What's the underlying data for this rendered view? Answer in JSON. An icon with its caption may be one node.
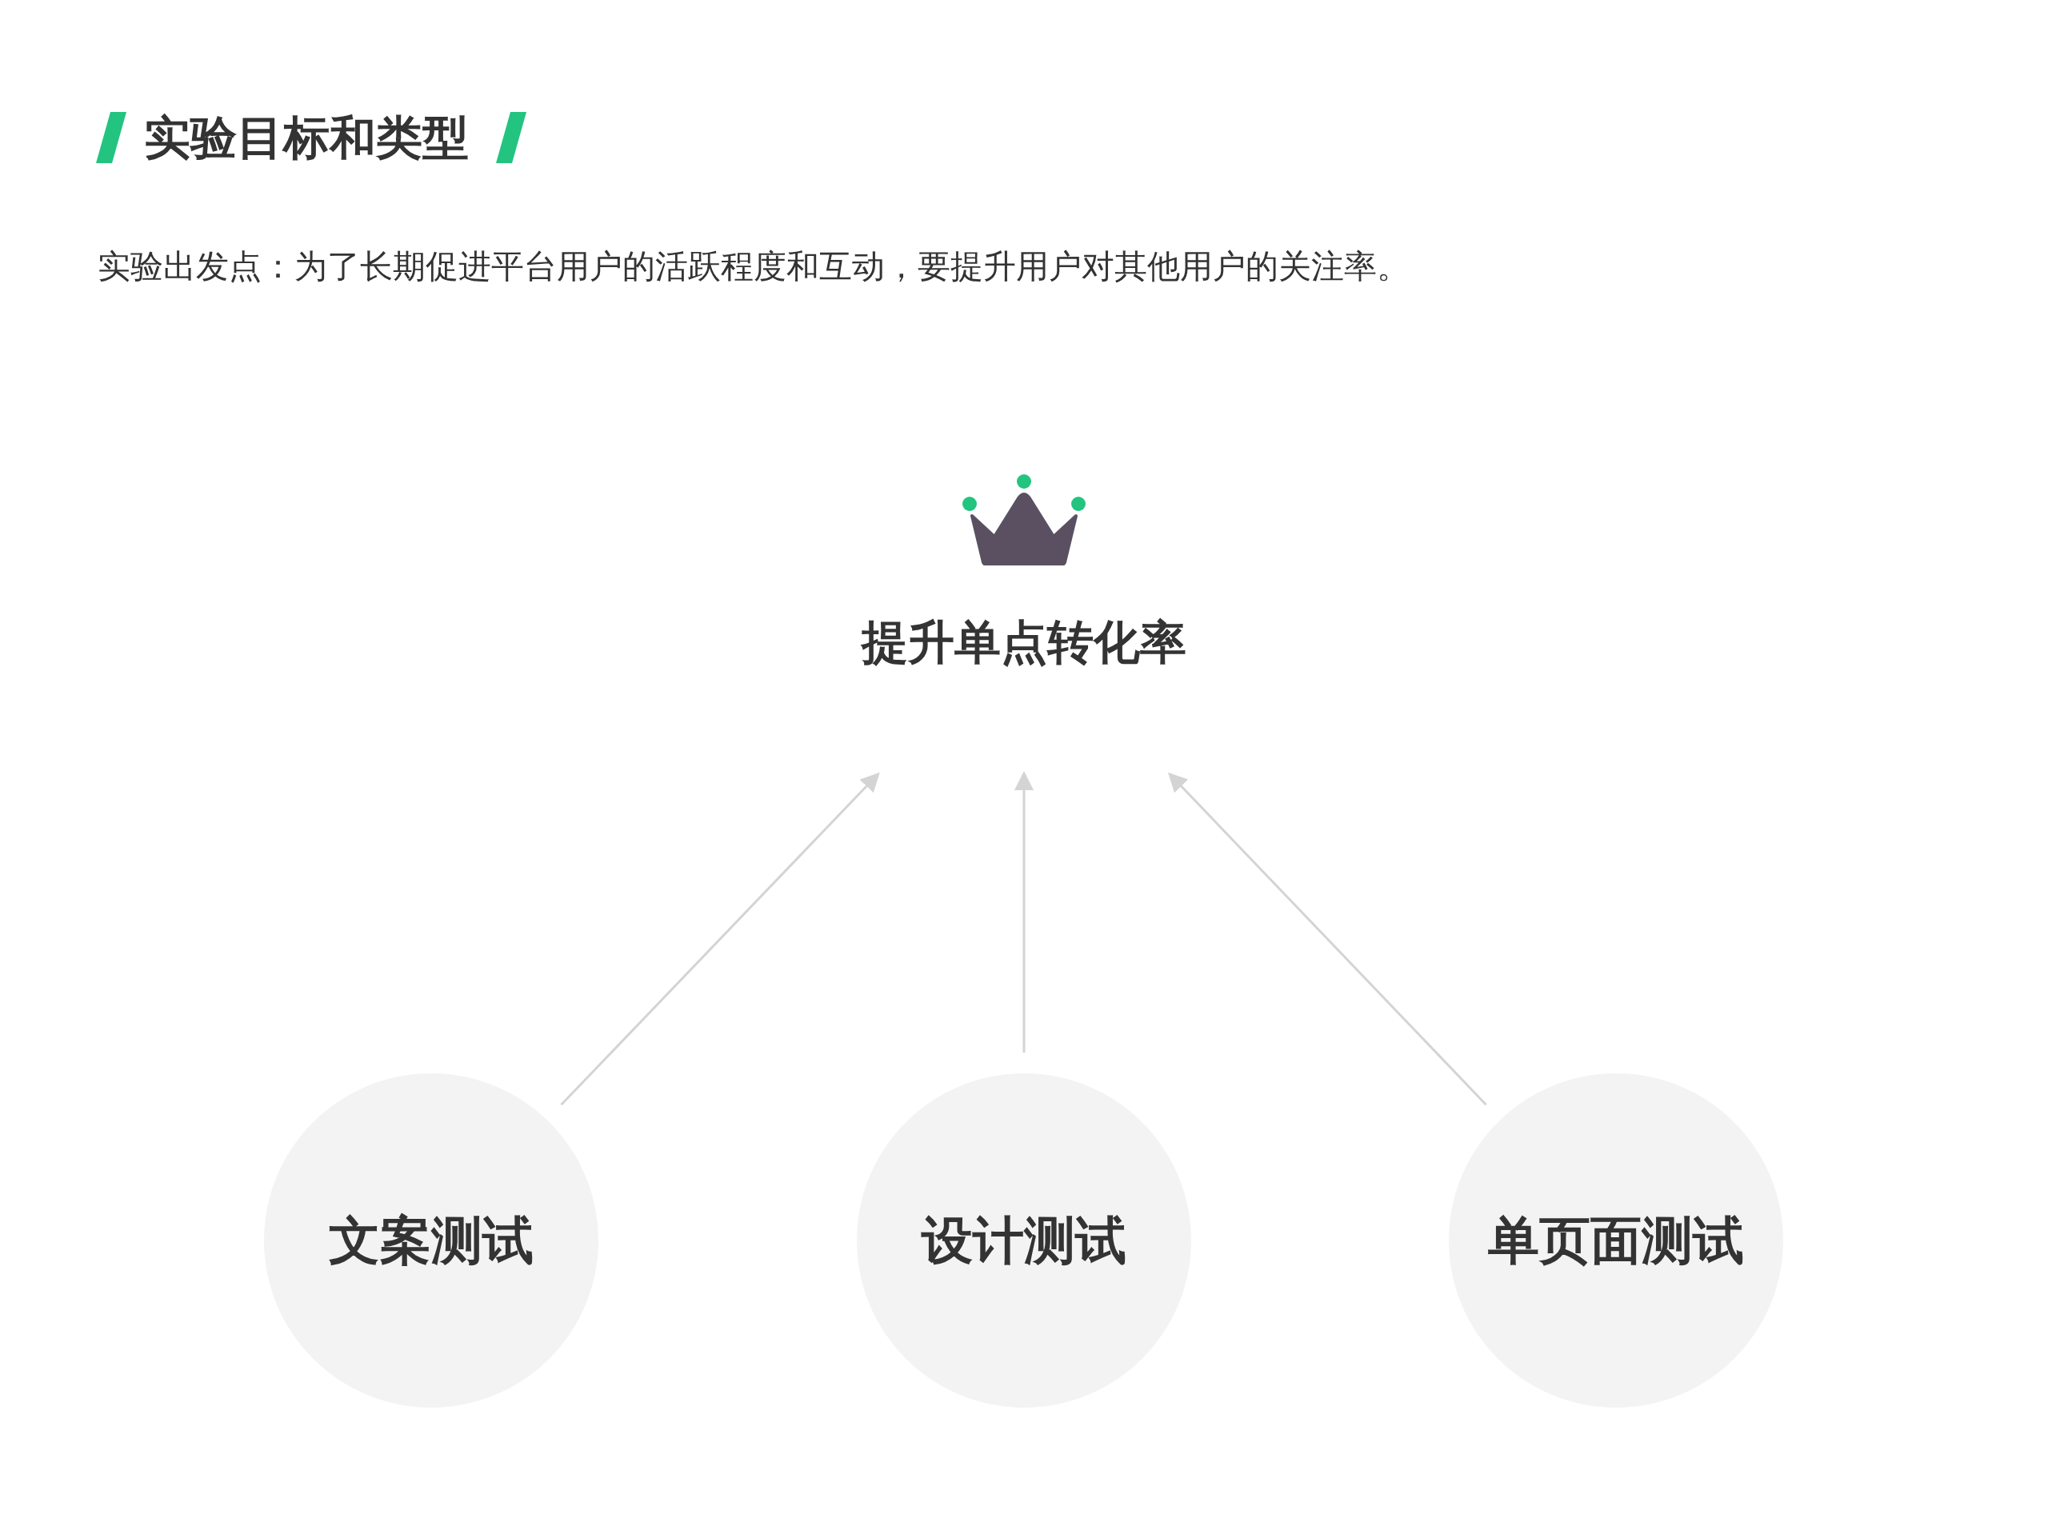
{
  "diagram": {
    "title": "实验目标和类型",
    "nodes": [
      {
        "text": [
          "提升单点转化率"
        ]
      },
      {
        "text": [
          "文案测试"
        ]
      },
      {
        "text": [
          "设计测试"
        ]
      },
      {
        "text": [
          "单页面测试"
        ]
      }
    ],
    "edges": [
      {
        "from": 1,
        "to": 0,
        "arrow": "to"
      },
      {
        "from": 2,
        "to": 0,
        "arrow": "to"
      },
      {
        "from": 3,
        "to": 0,
        "arrow": "to"
      }
    ],
    "labels": [
      "实验出发点：为了长期促进平台用户的活跃程度和互动，要提升用户对其他用户的关注率。"
    ]
  }
}
